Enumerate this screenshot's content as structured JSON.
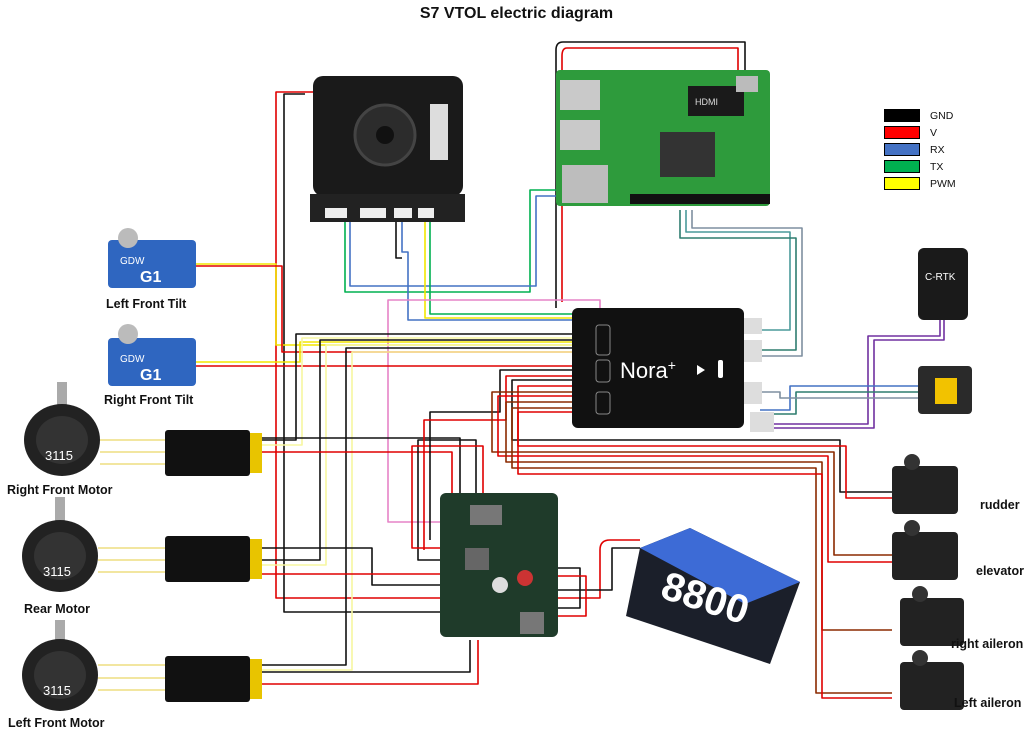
{
  "title": "S7 VTOL electric diagram",
  "legend": [
    {
      "label": "GND",
      "color": "#000000"
    },
    {
      "label": "V",
      "color": "#ff0000"
    },
    {
      "label": "RX",
      "color": "#4472c4"
    },
    {
      "label": "TX",
      "color": "#00b050"
    },
    {
      "label": "PWM",
      "color": "#ffff00"
    }
  ],
  "components": {
    "left_front_tilt": "Left Front Tilt",
    "right_front_tilt": "Right Front Tilt",
    "right_front_motor": "Right Front Motor",
    "rear_motor": "Rear Motor",
    "left_front_motor": "Left Front Motor",
    "rudder": "rudder",
    "elevator": "elevator",
    "right_aileron": "right aileron",
    "left_aileron": "Left aileron"
  },
  "device_text": {
    "flight_controller": "Nora",
    "flight_controller_sup": "+",
    "gps": "C-RTK",
    "battery": "8800",
    "motor_model": "3115",
    "servo_brand": "GDW",
    "servo_model": "G1",
    "pi_port": "HDMI"
  }
}
